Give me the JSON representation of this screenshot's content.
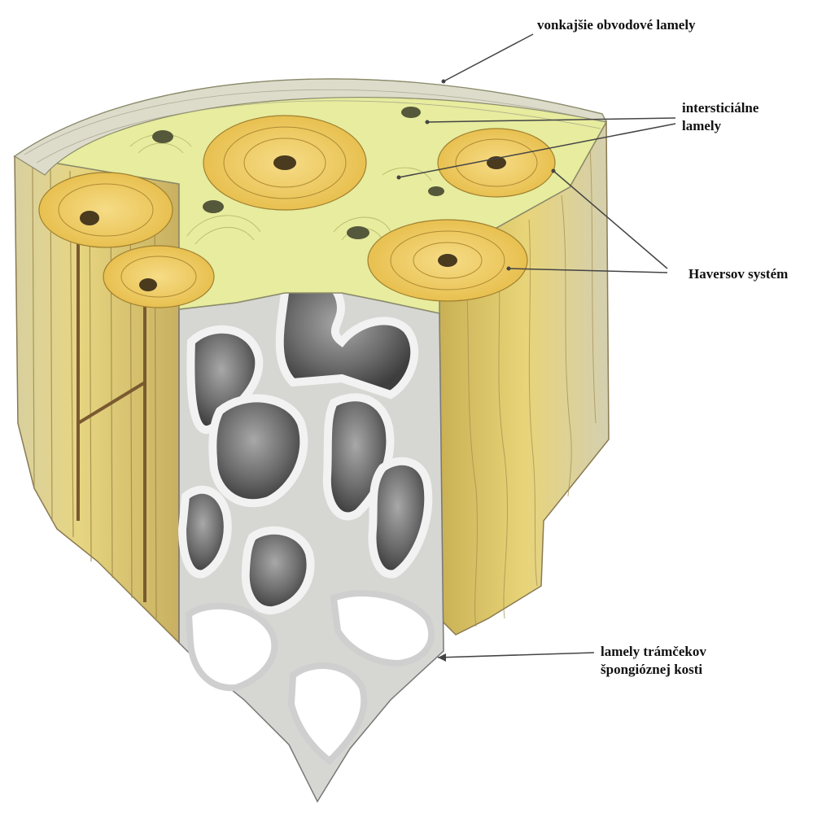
{
  "labels": {
    "outer_lamellae": "vonkajšie obvodové lamely",
    "interstitial_line1": "intersticiálne",
    "interstitial_line2": "lamely",
    "haversian": "Haversov systém",
    "spongy_line1": "lamely trámčekov",
    "spongy_line2": "špongióznej kosti"
  },
  "colors": {
    "outer_lamellae": "#dcdcc8",
    "interstitial": "#e6ec9a",
    "osteon": "#eec860",
    "cortex_side": "#e2d078",
    "spongy_face": "#d4d4d0",
    "cavity": "#6a6a6a",
    "leader_line": "#444444"
  }
}
